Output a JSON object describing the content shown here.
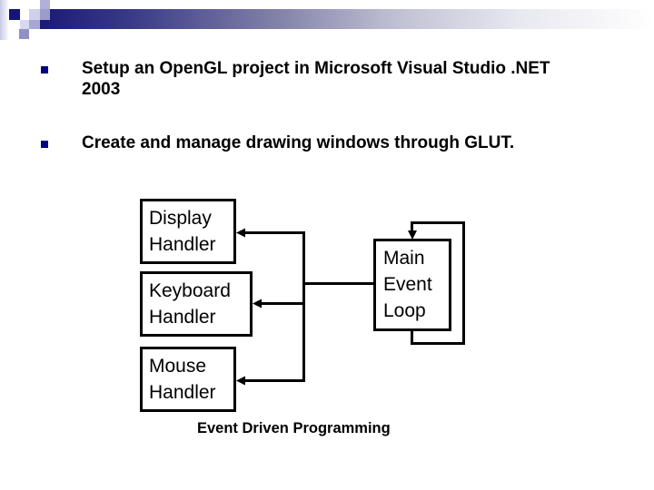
{
  "slide": {
    "bullets": [
      {
        "line1": "Setup an OpenGL project in Microsoft Visual Studio .NET",
        "line2": "2003"
      },
      {
        "line1": "Create and manage drawing windows through GLUT."
      }
    ],
    "diagram": {
      "handlers": [
        {
          "line1": "Display",
          "line2": "Handler"
        },
        {
          "line1": "Keyboard",
          "line2": "Handler"
        },
        {
          "line1": "Mouse",
          "line2": "Handler"
        }
      ],
      "main_loop": {
        "line1": "Main",
        "line2": "Event",
        "line3": "Loop"
      },
      "caption": "Event Driven Programming"
    },
    "colors": {
      "accent": "#000080",
      "bar_start": "#1a1a78",
      "logo_light": "#c8c8e4",
      "logo_mid": "#9898c8"
    }
  }
}
